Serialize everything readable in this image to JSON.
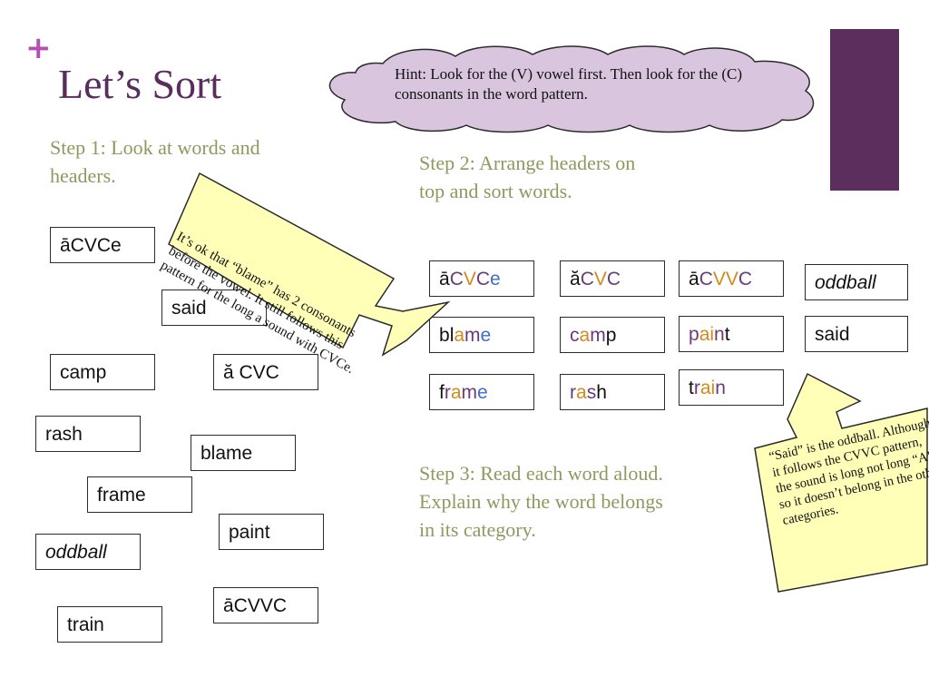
{
  "slide": {
    "plus": "+",
    "title": "Let’s Sort",
    "hint": "Hint: Look for the (V) vowel  first. Then look for the  (C) consonants in the word pattern.",
    "step1": "Step 1: Look at words and headers.",
    "step2": "Step 2: Arrange headers on top and sort words.",
    "step3": "Step 3: Read each word aloud. Explain why the word belongs in its category.",
    "callout_blame": "It’s ok that “blame” has 2 consonants before the vowel. It still follows this pattern for the long a sound with CVCe.",
    "callout_said": "“Said” is the oddball. Although it follows the CVVC pattern, the sound is long not long “A” so it doesn’t belong in the other categories."
  },
  "colors": {
    "consonant": "#d4891a",
    "vowel": "#3d6fcf",
    "purple": "#6a3a7a",
    "callout_fill": "#ffffb8",
    "cloud_fill": "#d9c6de",
    "step_text": "#8c9a5e"
  },
  "unsorted": {
    "acvce": "āCVCe",
    "said": "said",
    "camp": "camp",
    "acvc": "ă CVC",
    "rash": "rash",
    "blame": "blame",
    "frame": "frame",
    "paint": "paint",
    "oddball": "oddball",
    "train": "train",
    "acvvc": "āCVVC"
  },
  "sorted": {
    "h1": [
      {
        "t": "ā",
        "c": "k"
      },
      {
        "t": "C",
        "c": "p"
      },
      {
        "t": "V",
        "c": "o"
      },
      {
        "t": "C",
        "c": "p"
      },
      {
        "t": "e",
        "c": "b"
      }
    ],
    "h2": [
      {
        "t": "ă",
        "c": "k"
      },
      {
        "t": "C",
        "c": "p"
      },
      {
        "t": "V",
        "c": "o"
      },
      {
        "t": "C",
        "c": "p"
      }
    ],
    "h3": [
      {
        "t": "ā",
        "c": "k"
      },
      {
        "t": "C",
        "c": "p"
      },
      {
        "t": "V",
        "c": "o"
      },
      {
        "t": "V",
        "c": "o"
      },
      {
        "t": "C",
        "c": "p"
      }
    ],
    "h4": "oddball",
    "blame": [
      {
        "t": "b",
        "c": "k"
      },
      {
        "t": "l",
        "c": "k"
      },
      {
        "t": "a",
        "c": "o"
      },
      {
        "t": "m",
        "c": "p"
      },
      {
        "t": "e",
        "c": "b"
      }
    ],
    "camp": [
      {
        "t": "c",
        "c": "p"
      },
      {
        "t": "a",
        "c": "o"
      },
      {
        "t": "m",
        "c": "p"
      },
      {
        "t": "p",
        "c": "k"
      }
    ],
    "paint": [
      {
        "t": "p",
        "c": "p"
      },
      {
        "t": "a",
        "c": "o"
      },
      {
        "t": "i",
        "c": "o"
      },
      {
        "t": "n",
        "c": "p"
      },
      {
        "t": "t",
        "c": "k"
      }
    ],
    "said": "said",
    "frame": [
      {
        "t": "f",
        "c": "k"
      },
      {
        "t": "r",
        "c": "p"
      },
      {
        "t": "a",
        "c": "o"
      },
      {
        "t": "m",
        "c": "p"
      },
      {
        "t": "e",
        "c": "b"
      }
    ],
    "rash": [
      {
        "t": "r",
        "c": "p"
      },
      {
        "t": "a",
        "c": "o"
      },
      {
        "t": "s",
        "c": "p"
      },
      {
        "t": "h",
        "c": "k"
      }
    ],
    "train": [
      {
        "t": "t",
        "c": "k"
      },
      {
        "t": "r",
        "c": "p"
      },
      {
        "t": "a",
        "c": "o"
      },
      {
        "t": "i",
        "c": "o"
      },
      {
        "t": "n",
        "c": "p"
      }
    ]
  }
}
